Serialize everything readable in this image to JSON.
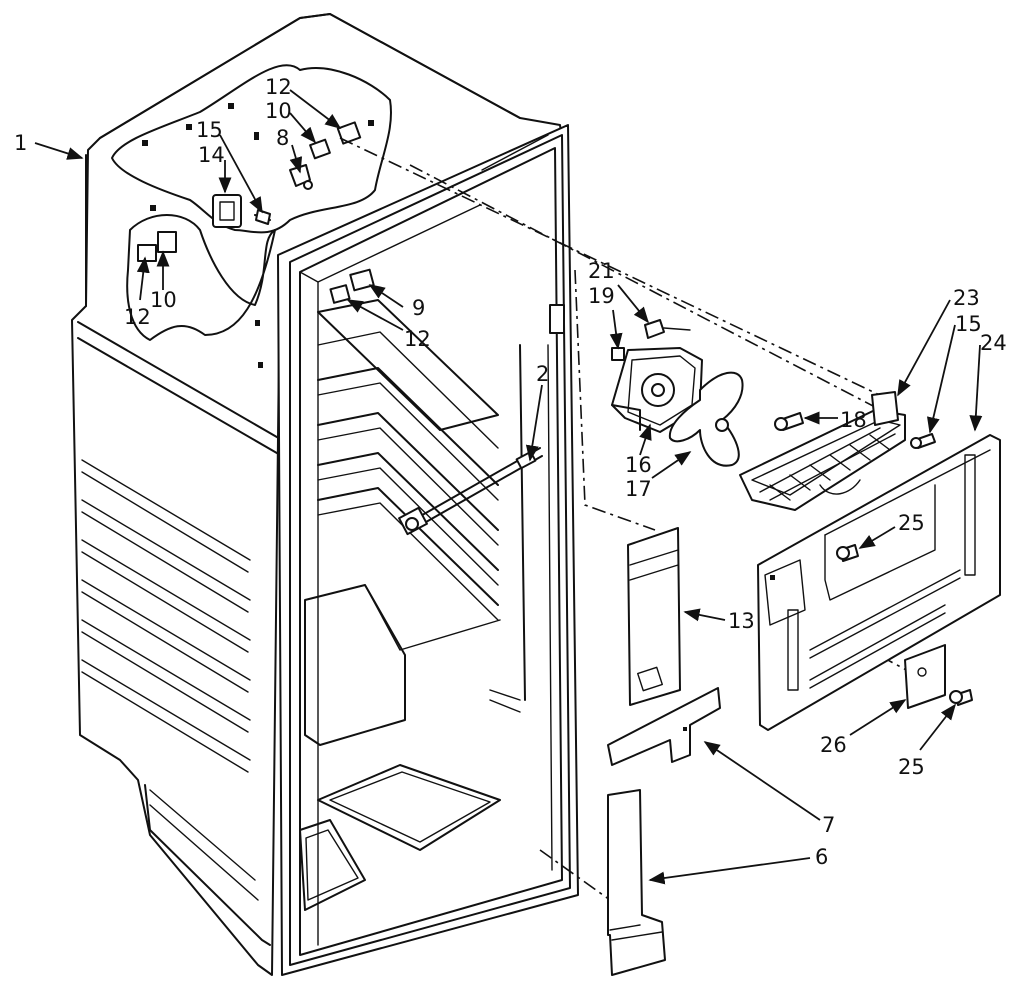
{
  "labels": {
    "l1": "1",
    "l12a": "12",
    "l10a": "10",
    "l15a": "15",
    "l8": "8",
    "l14": "14",
    "l12b": "12",
    "l10b": "10",
    "l9": "9",
    "l12c": "12",
    "l2": "2",
    "l21": "21",
    "l19": "19",
    "l23": "23",
    "l15b": "15",
    "l24": "24",
    "l18": "18",
    "l16": "16",
    "l17": "17",
    "l25a": "25",
    "l13": "13",
    "l26": "26",
    "l25b": "25",
    "l7": "7",
    "l6": "6"
  }
}
